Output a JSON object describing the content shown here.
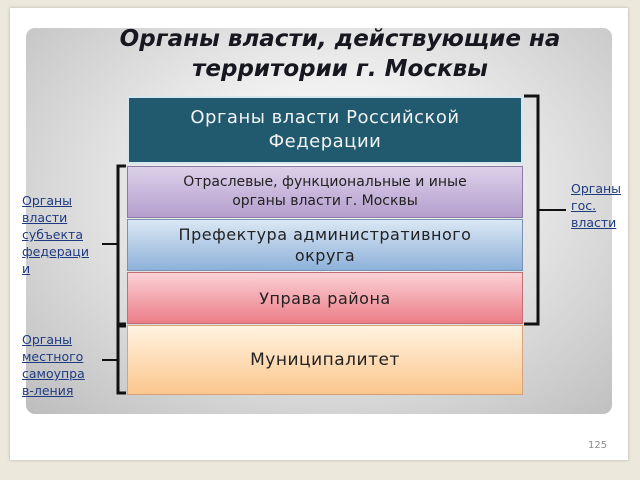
{
  "title": "Органы власти, действующие на\nтерритории г. Москвы",
  "boxes": [
    "Органы власти Российской\nФедерации",
    "Отраслевые, функциональные и иные\nорганы власти г. Москвы",
    "Префектура административного\nокруга",
    "Управа района",
    "Муниципалитет"
  ],
  "labels": {
    "left_subject": "Органы\nвласти\nсубъекта\nфедераци\nи",
    "left_local": "Органы\nместного\nсамоупра\nв-ления",
    "right_state": "Органы\nгос.\nвласти"
  },
  "slide_number": "125"
}
